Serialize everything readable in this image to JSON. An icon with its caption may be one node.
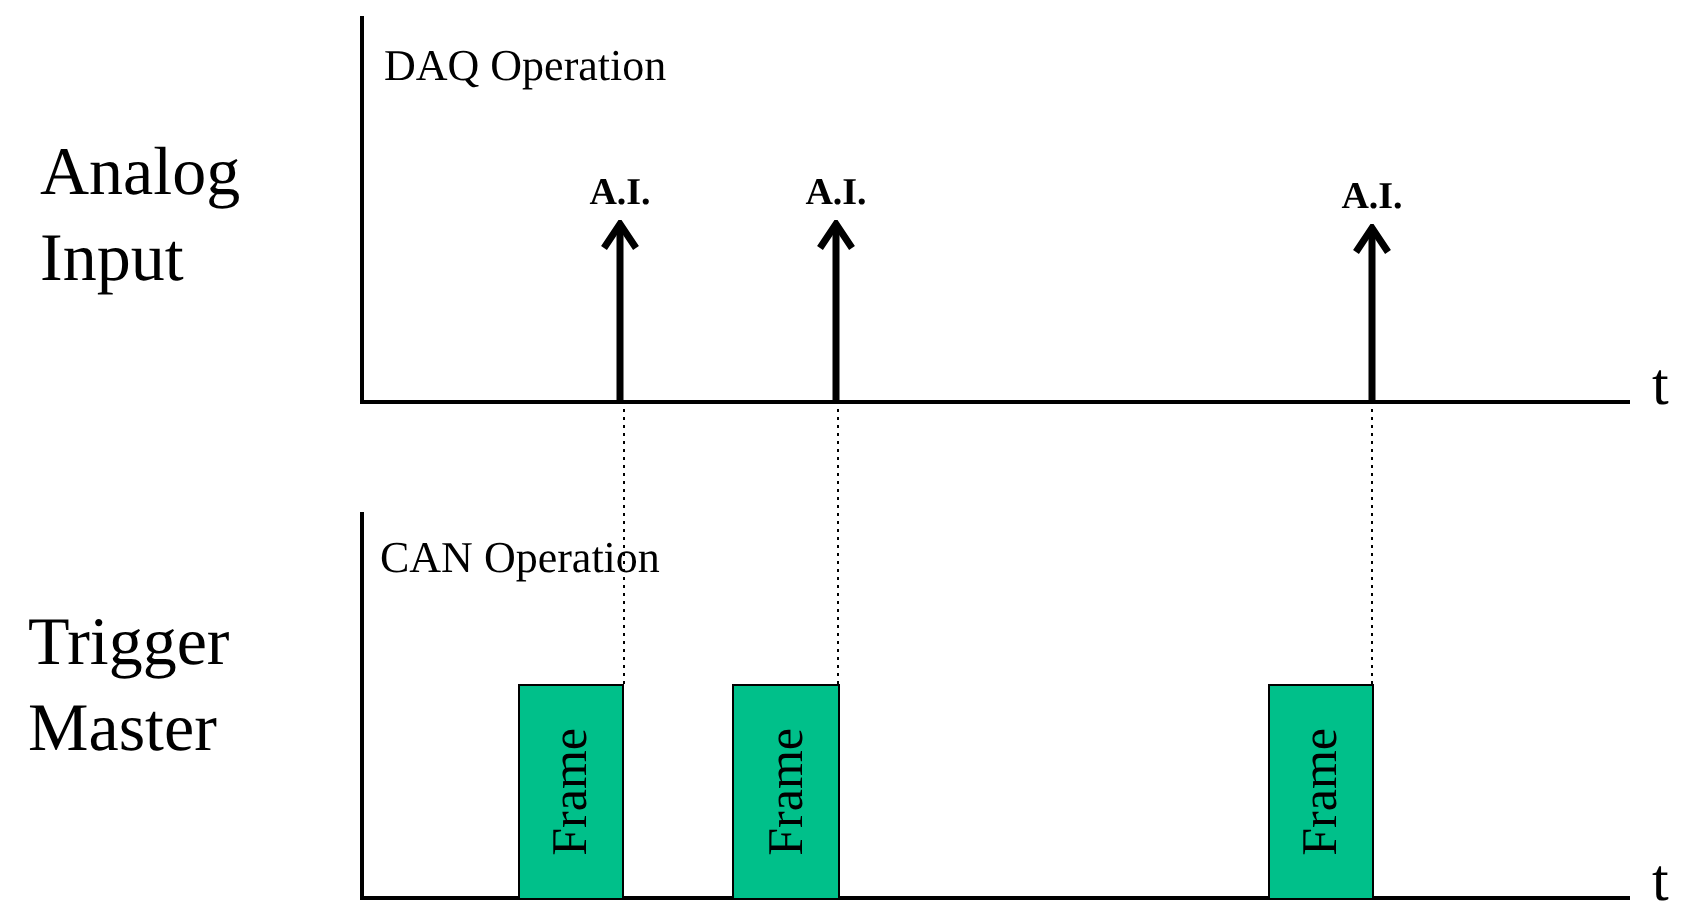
{
  "diagram": {
    "nodes": [
      {
        "text": [
          "Frame"
        ]
      },
      {
        "text": [
          "Frame"
        ]
      },
      {
        "text": [
          "Frame"
        ]
      },
      {
        "text": [
          "A.I."
        ]
      },
      {
        "text": [
          "A.I."
        ]
      },
      {
        "text": [
          "A.I."
        ]
      }
    ],
    "edges": [
      {
        "from": null,
        "to": 3,
        "arrow": "to"
      },
      {
        "from": null,
        "to": 4,
        "arrow": "to"
      },
      {
        "from": null,
        "to": 5,
        "arrow": "to"
      }
    ],
    "labels": [
      "DAQ Operation",
      "Analog Input",
      "t",
      "CAN Operation",
      "Trigger Master",
      "t"
    ]
  }
}
